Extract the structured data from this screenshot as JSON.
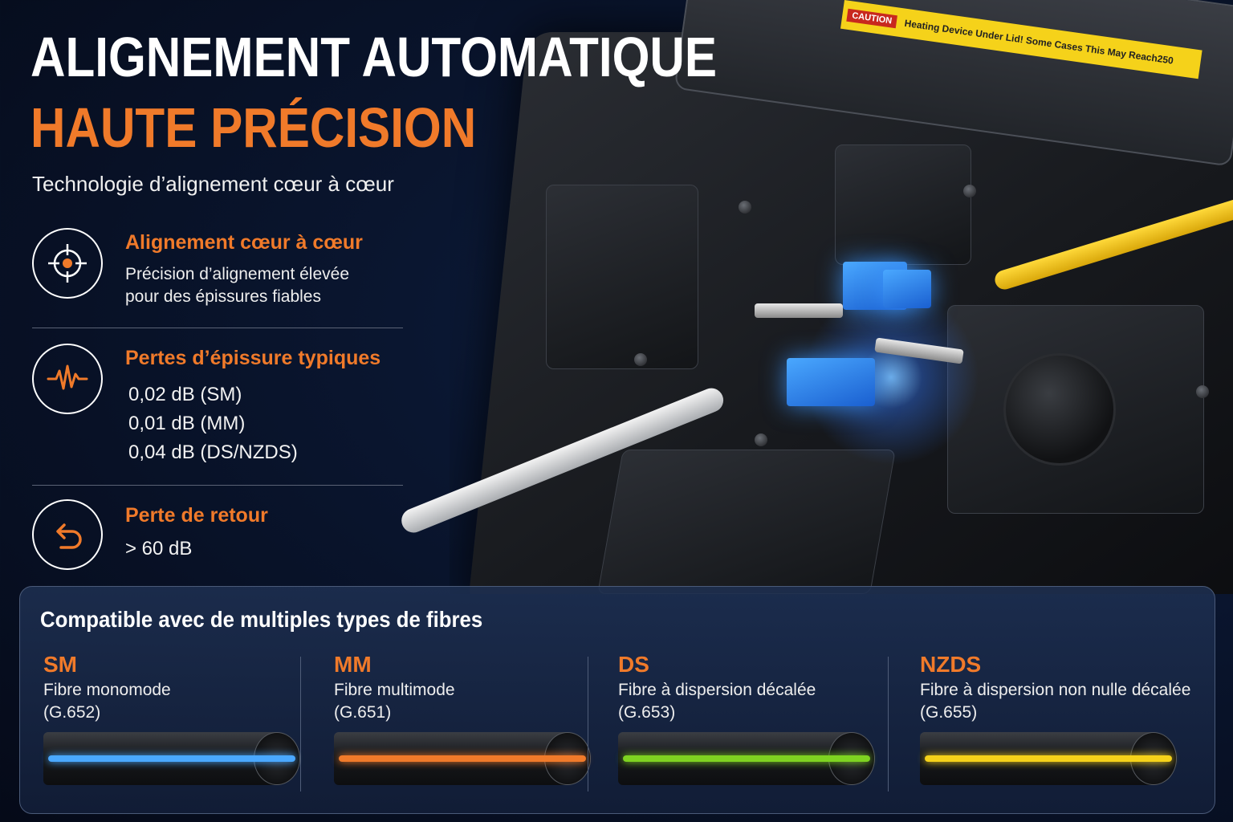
{
  "headline": {
    "line1": "ALIGNEMENT AUTOMATIQUE",
    "line2": "HAUTE PRÉCISION"
  },
  "subtitle": "Technologie d’alignement cœur à cœur",
  "accent_color": "#f07a2a",
  "device": {
    "caution_tag": "CAUTION",
    "caution_text": "Heating Device Under Lid!   Some Cases This May Reach250"
  },
  "features": [
    {
      "icon": "target-crosshair-icon",
      "title": "Alignement cœur à cœur",
      "lines": [
        "Précision d’alignement élevée",
        "pour des épissures fiables"
      ]
    },
    {
      "icon": "waveform-icon",
      "title": "Pertes d’épissure typiques",
      "values": [
        "0,02 dB (SM)",
        "0,01 dB (MM)",
        "0,04 dB (DS/NZDS)"
      ]
    },
    {
      "icon": "return-arrow-icon",
      "title": "Perte de retour",
      "values": [
        "> 60 dB"
      ]
    }
  ],
  "compat": {
    "title": "Compatible avec de multiples types de fibres",
    "fibers": [
      {
        "code": "SM",
        "name": "Fibre monomode",
        "standard": "(G.652)",
        "core_color": "#4aa8ff"
      },
      {
        "code": "MM",
        "name": "Fibre multimode",
        "standard": "(G.651)",
        "core_color": "#f07a2a"
      },
      {
        "code": "DS",
        "name": "Fibre à dispersion décalée",
        "standard": "(G.653)",
        "core_color": "#7ed321"
      },
      {
        "code": "NZDS",
        "name": "Fibre à dispersion non nulle décalée",
        "standard": "(G.655)",
        "core_color": "#f5d21a"
      }
    ]
  }
}
